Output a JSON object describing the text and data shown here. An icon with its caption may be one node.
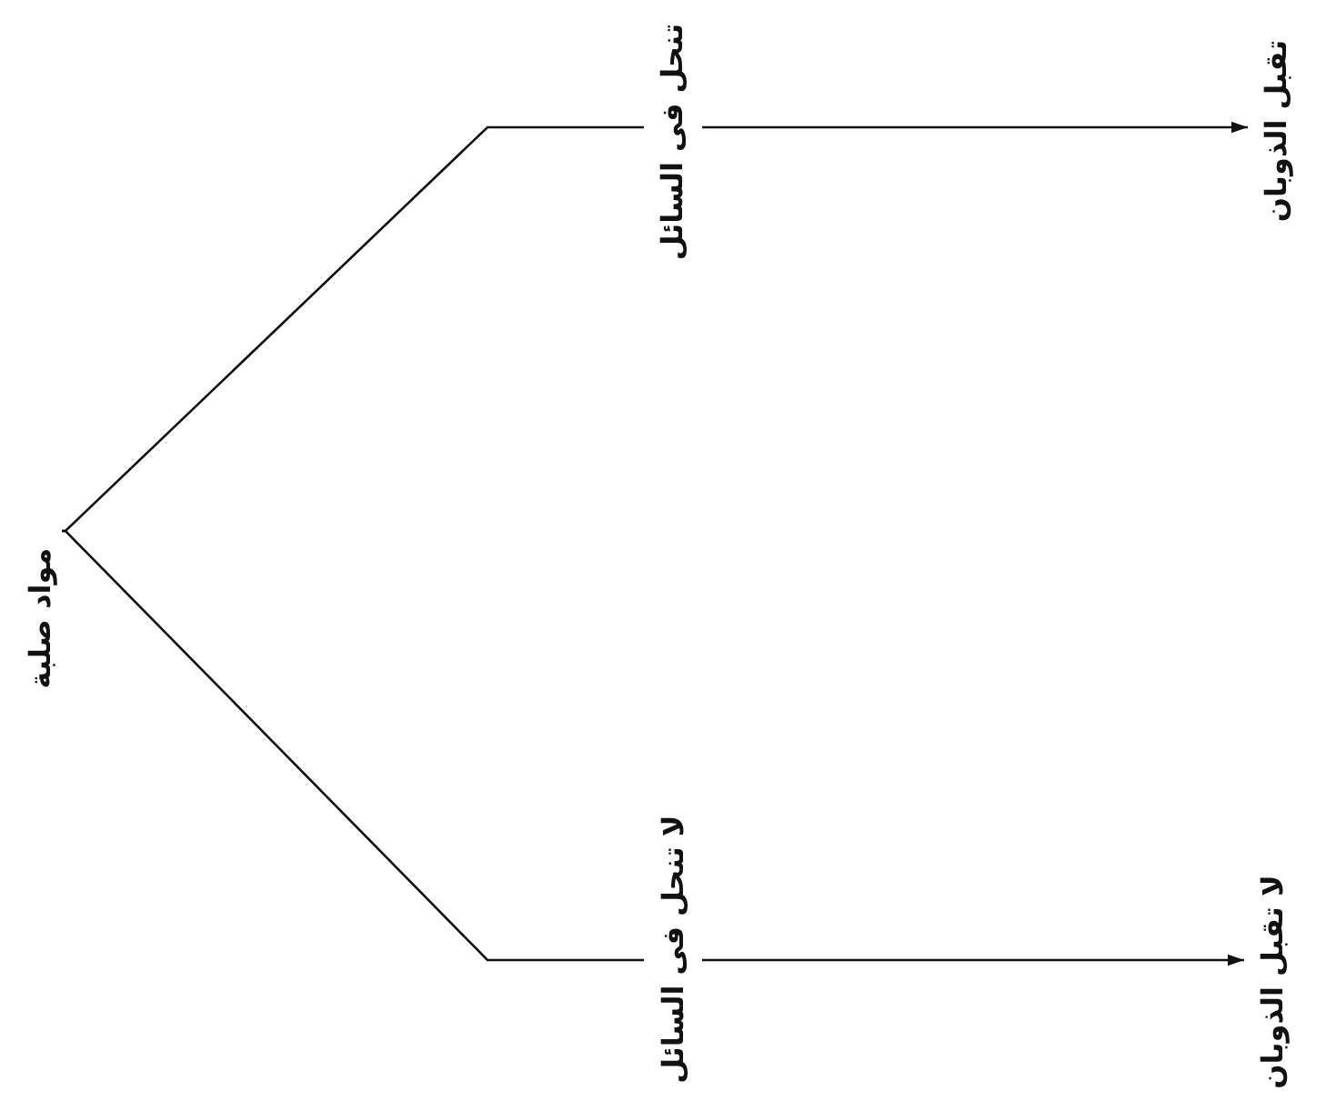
{
  "diagram": {
    "nodes": [
      {
        "text": [
          "مواد صلبة"
        ]
      },
      {
        "text": [
          "تنحل فى السائل"
        ]
      },
      {
        "text": [
          "تقبل الذوبان"
        ]
      },
      {
        "text": [
          "لا تنحل فى السائل"
        ]
      },
      {
        "text": [
          "لا تقبل الذوبان"
        ]
      }
    ],
    "edges": [
      {
        "from": 0,
        "to": 1,
        "arrow": "none"
      },
      {
        "from": 0,
        "to": 3,
        "arrow": "none"
      },
      {
        "from": 1,
        "to": 2,
        "arrow": "to"
      },
      {
        "from": 3,
        "to": 4,
        "arrow": "to"
      }
    ]
  }
}
